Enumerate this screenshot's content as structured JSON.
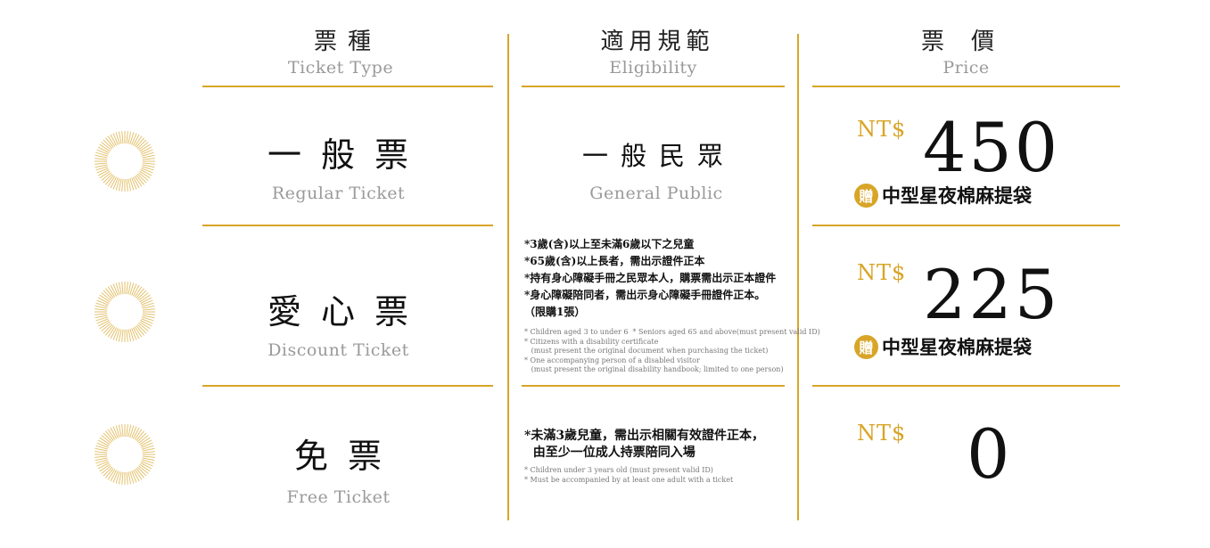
{
  "header": {
    "type": {
      "zh": "票種",
      "en": "Ticket Type"
    },
    "eligibility": {
      "zh": "適用規範",
      "en": "Eligibility"
    },
    "price": {
      "zh": "票價",
      "en": "Price"
    }
  },
  "rows": [
    {
      "name_zh": "一般票",
      "name_en": "Regular Ticket",
      "eligibility_zh": "一般民眾",
      "eligibility_en": "General Public",
      "currency": "NT$",
      "price": "450",
      "gift_badge": "贈",
      "gift": "中型星夜棉麻提袋"
    },
    {
      "name_zh": "愛心票",
      "name_en": "Discount Ticket",
      "rules_zh": [
        "*3歲(含)以上至未滿6歲以下之兒童",
        "*65歲(含)以上長者，需出示證件正本",
        "*持有身心障礙手冊之民眾本人，購票需出示正本證件",
        "*身心障礙陪同者，需出示身心障礙手冊證件正本。",
        "（限購1張）"
      ],
      "rules_en": [
        "* Children aged 3 to under 6  * Seniors aged 65 and above(must present valid ID)",
        "* Citizens with a disability certificate",
        "   (must present the original document when purchasing the ticket)",
        "* One accompanying person of a disabled visitor",
        "   (must present the original disability handbook; limited to one person)"
      ],
      "currency": "NT$",
      "price": "225",
      "gift_badge": "贈",
      "gift": "中型星夜棉麻提袋"
    },
    {
      "name_zh": "免票",
      "name_en": "Free Ticket",
      "rules_zh": [
        "*未滿3歲兒童，需出示相關有效證件正本，",
        "  由至少一位成人持票陪同入場"
      ],
      "rules_en": [
        "* Children under 3 years old (must present valid ID)",
        "* Must be accompanied by at least one adult with a ticket"
      ],
      "currency": "NT$",
      "price": "0"
    }
  ],
  "icons": {
    "row_marker": "sunburst-icon"
  },
  "colors": {
    "accent": "#d8a528",
    "muted_text": "#9a9a9a",
    "text": "#111111"
  }
}
